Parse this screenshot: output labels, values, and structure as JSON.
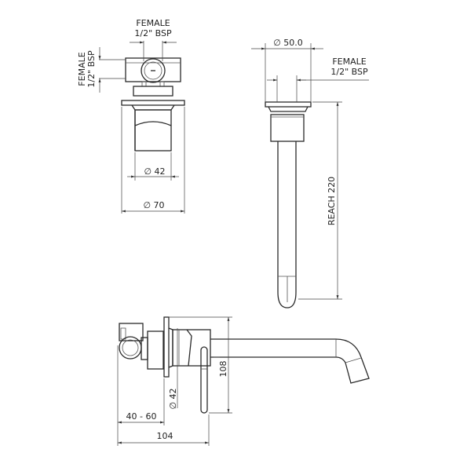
{
  "drawing": {
    "top_view": {
      "female_top_line1": "FEMALE",
      "female_top_line2": "1/2\" BSP",
      "female_side_line1": "FEMALE",
      "female_side_line2": "1/2\" BSP",
      "dia_inner": "∅ 42",
      "dia_outer": "∅ 70"
    },
    "spout_top_view": {
      "dia": "∅ 50.0",
      "female_line1": "FEMALE",
      "female_line2": "1/2\" BSP",
      "reach": "REACH  220"
    },
    "side_view": {
      "height": "108",
      "dia": "∅ 42",
      "wall_range": "40 - 60",
      "depth": "104"
    },
    "colors": {
      "stroke": "#2a2a2a",
      "background": "#ffffff"
    }
  }
}
